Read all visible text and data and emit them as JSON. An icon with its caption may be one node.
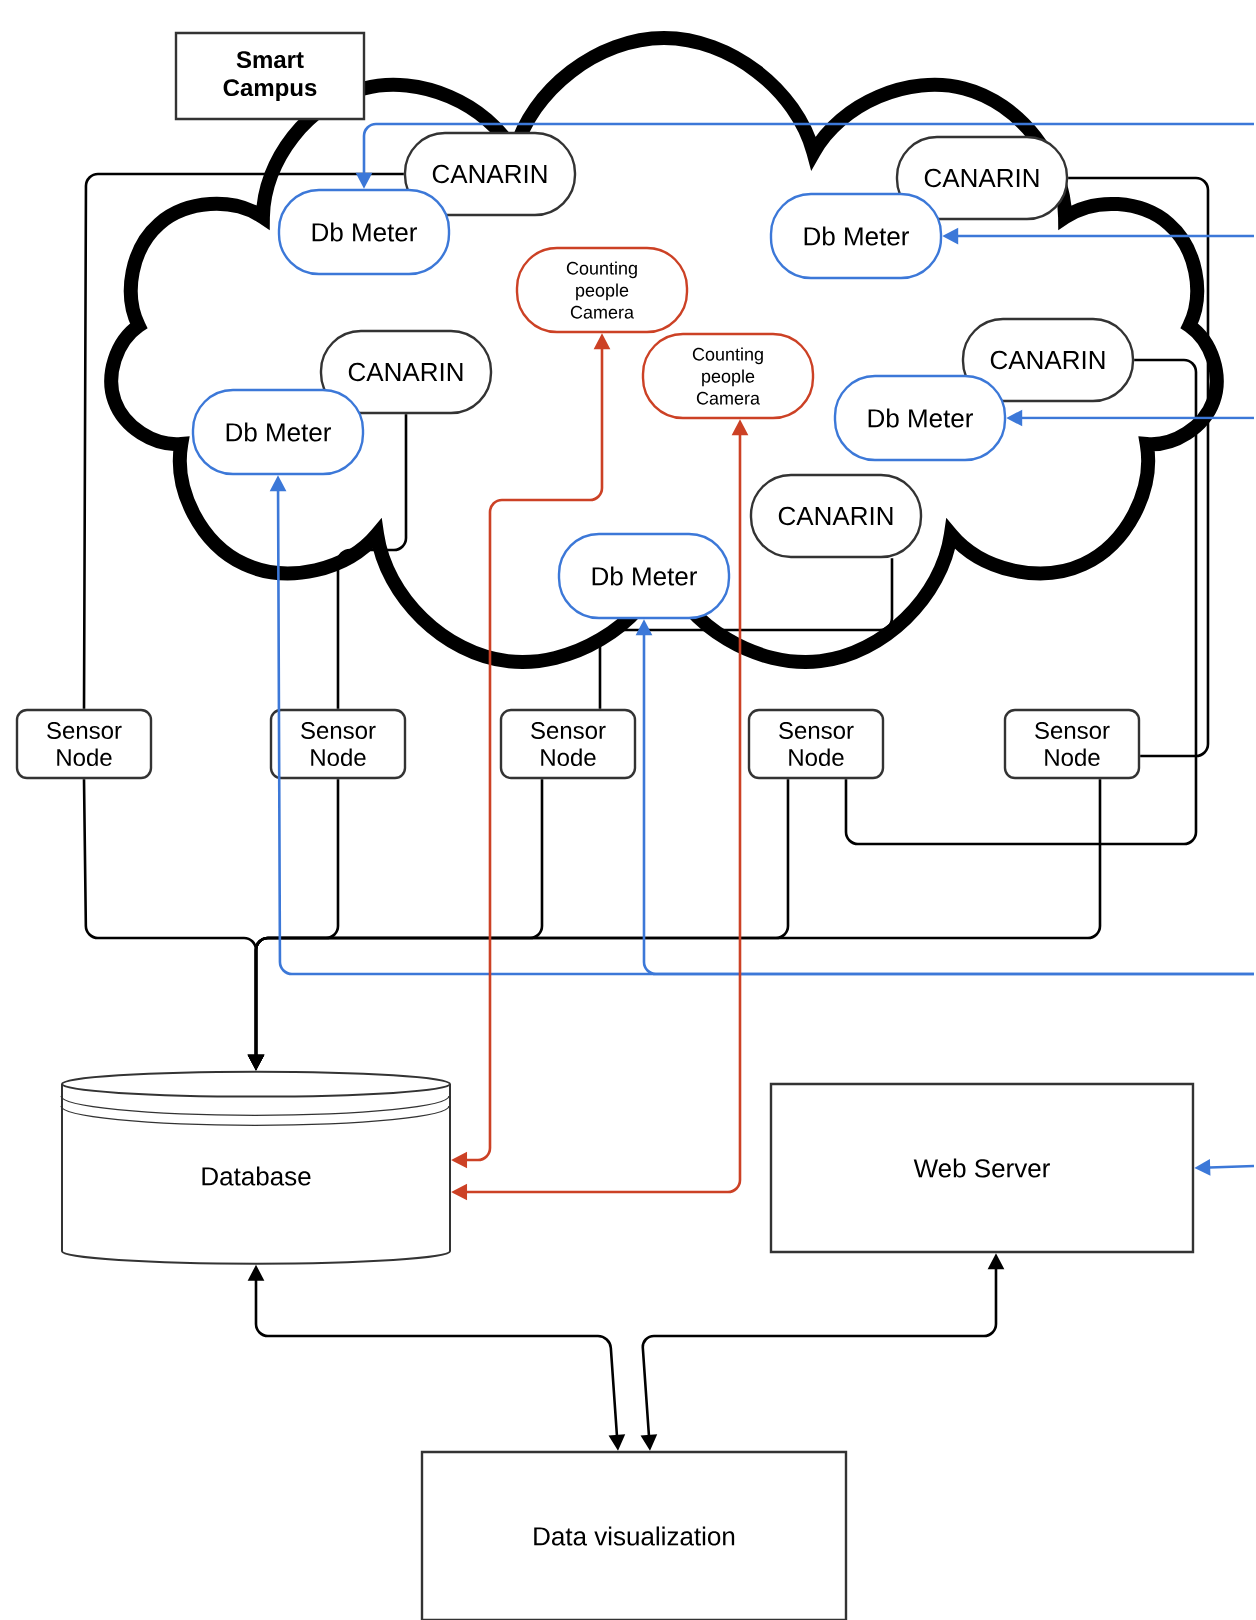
{
  "diagram": {
    "nodes": [
      {
        "text": [
          "Smart Campus"
        ]
      },
      {
        "text": [
          "CANARIN"
        ],
        "in": 0
      },
      {
        "text": [
          "Db Meter"
        ],
        "in": 0
      },
      {
        "text": [
          "CANARIN"
        ],
        "in": 0
      },
      {
        "text": [
          "Db Meter"
        ],
        "in": 0
      },
      {
        "text": [
          "Counting people Camera"
        ],
        "in": 0
      },
      {
        "text": [
          "CANARIN"
        ],
        "in": 0
      },
      {
        "text": [
          "Db Meter"
        ],
        "in": 0
      },
      {
        "text": [
          "Counting people Camera"
        ],
        "in": 0
      },
      {
        "text": [
          "CANARIN"
        ],
        "in": 0
      },
      {
        "text": [
          "Db Meter"
        ],
        "in": 0
      },
      {
        "text": [
          "CANARIN"
        ],
        "in": 0
      },
      {
        "text": [
          "Db Meter"
        ],
        "in": 0
      },
      {
        "text": [
          "Sensor Node"
        ]
      },
      {
        "text": [
          "Sensor Node"
        ]
      },
      {
        "text": [
          "Sensor Node"
        ]
      },
      {
        "text": [
          "Sensor Node"
        ]
      },
      {
        "text": [
          "Sensor Node"
        ]
      },
      {
        "text": [
          "Database"
        ]
      },
      {
        "text": [
          "Web Server"
        ]
      },
      {
        "text": [
          "Data visualization"
        ]
      }
    ],
    "edges": [
      {
        "from": 1,
        "to": 13,
        "arrow": "none"
      },
      {
        "from": 6,
        "to": 14,
        "arrow": "none"
      },
      {
        "from": 11,
        "to": 15,
        "arrow": "none"
      },
      {
        "from": 3,
        "to": 17,
        "arrow": "none"
      },
      {
        "from": 9,
        "to": 16,
        "arrow": "none"
      },
      {
        "from": 13,
        "to": 18,
        "arrow": "to"
      },
      {
        "from": 14,
        "to": 18,
        "arrow": "to"
      },
      {
        "from": 15,
        "to": 18,
        "arrow": "to"
      },
      {
        "from": 16,
        "to": 18,
        "arrow": "to"
      },
      {
        "from": 17,
        "to": 18,
        "arrow": "to"
      },
      {
        "from": null,
        "to": 2,
        "arrow": "to",
        "color": "#3c78d8"
      },
      {
        "from": null,
        "to": 4,
        "arrow": "to",
        "color": "#3c78d8"
      },
      {
        "from": null,
        "to": 10,
        "arrow": "to",
        "color": "#3c78d8"
      },
      {
        "from": null,
        "to": 7,
        "arrow": "to",
        "color": "#3c78d8"
      },
      {
        "from": null,
        "to": 12,
        "arrow": "to",
        "color": "#3c78d8"
      },
      {
        "from": null,
        "to": 19,
        "arrow": "to",
        "color": "#3c78d8"
      },
      {
        "from": 18,
        "to": 5,
        "arrow": "both",
        "color": "#cc4125"
      },
      {
        "from": 18,
        "to": 8,
        "arrow": "both",
        "color": "#cc4125"
      },
      {
        "from": 18,
        "to": 20,
        "arrow": "both"
      },
      {
        "from": 19,
        "to": 20,
        "arrow": "both"
      }
    ]
  }
}
